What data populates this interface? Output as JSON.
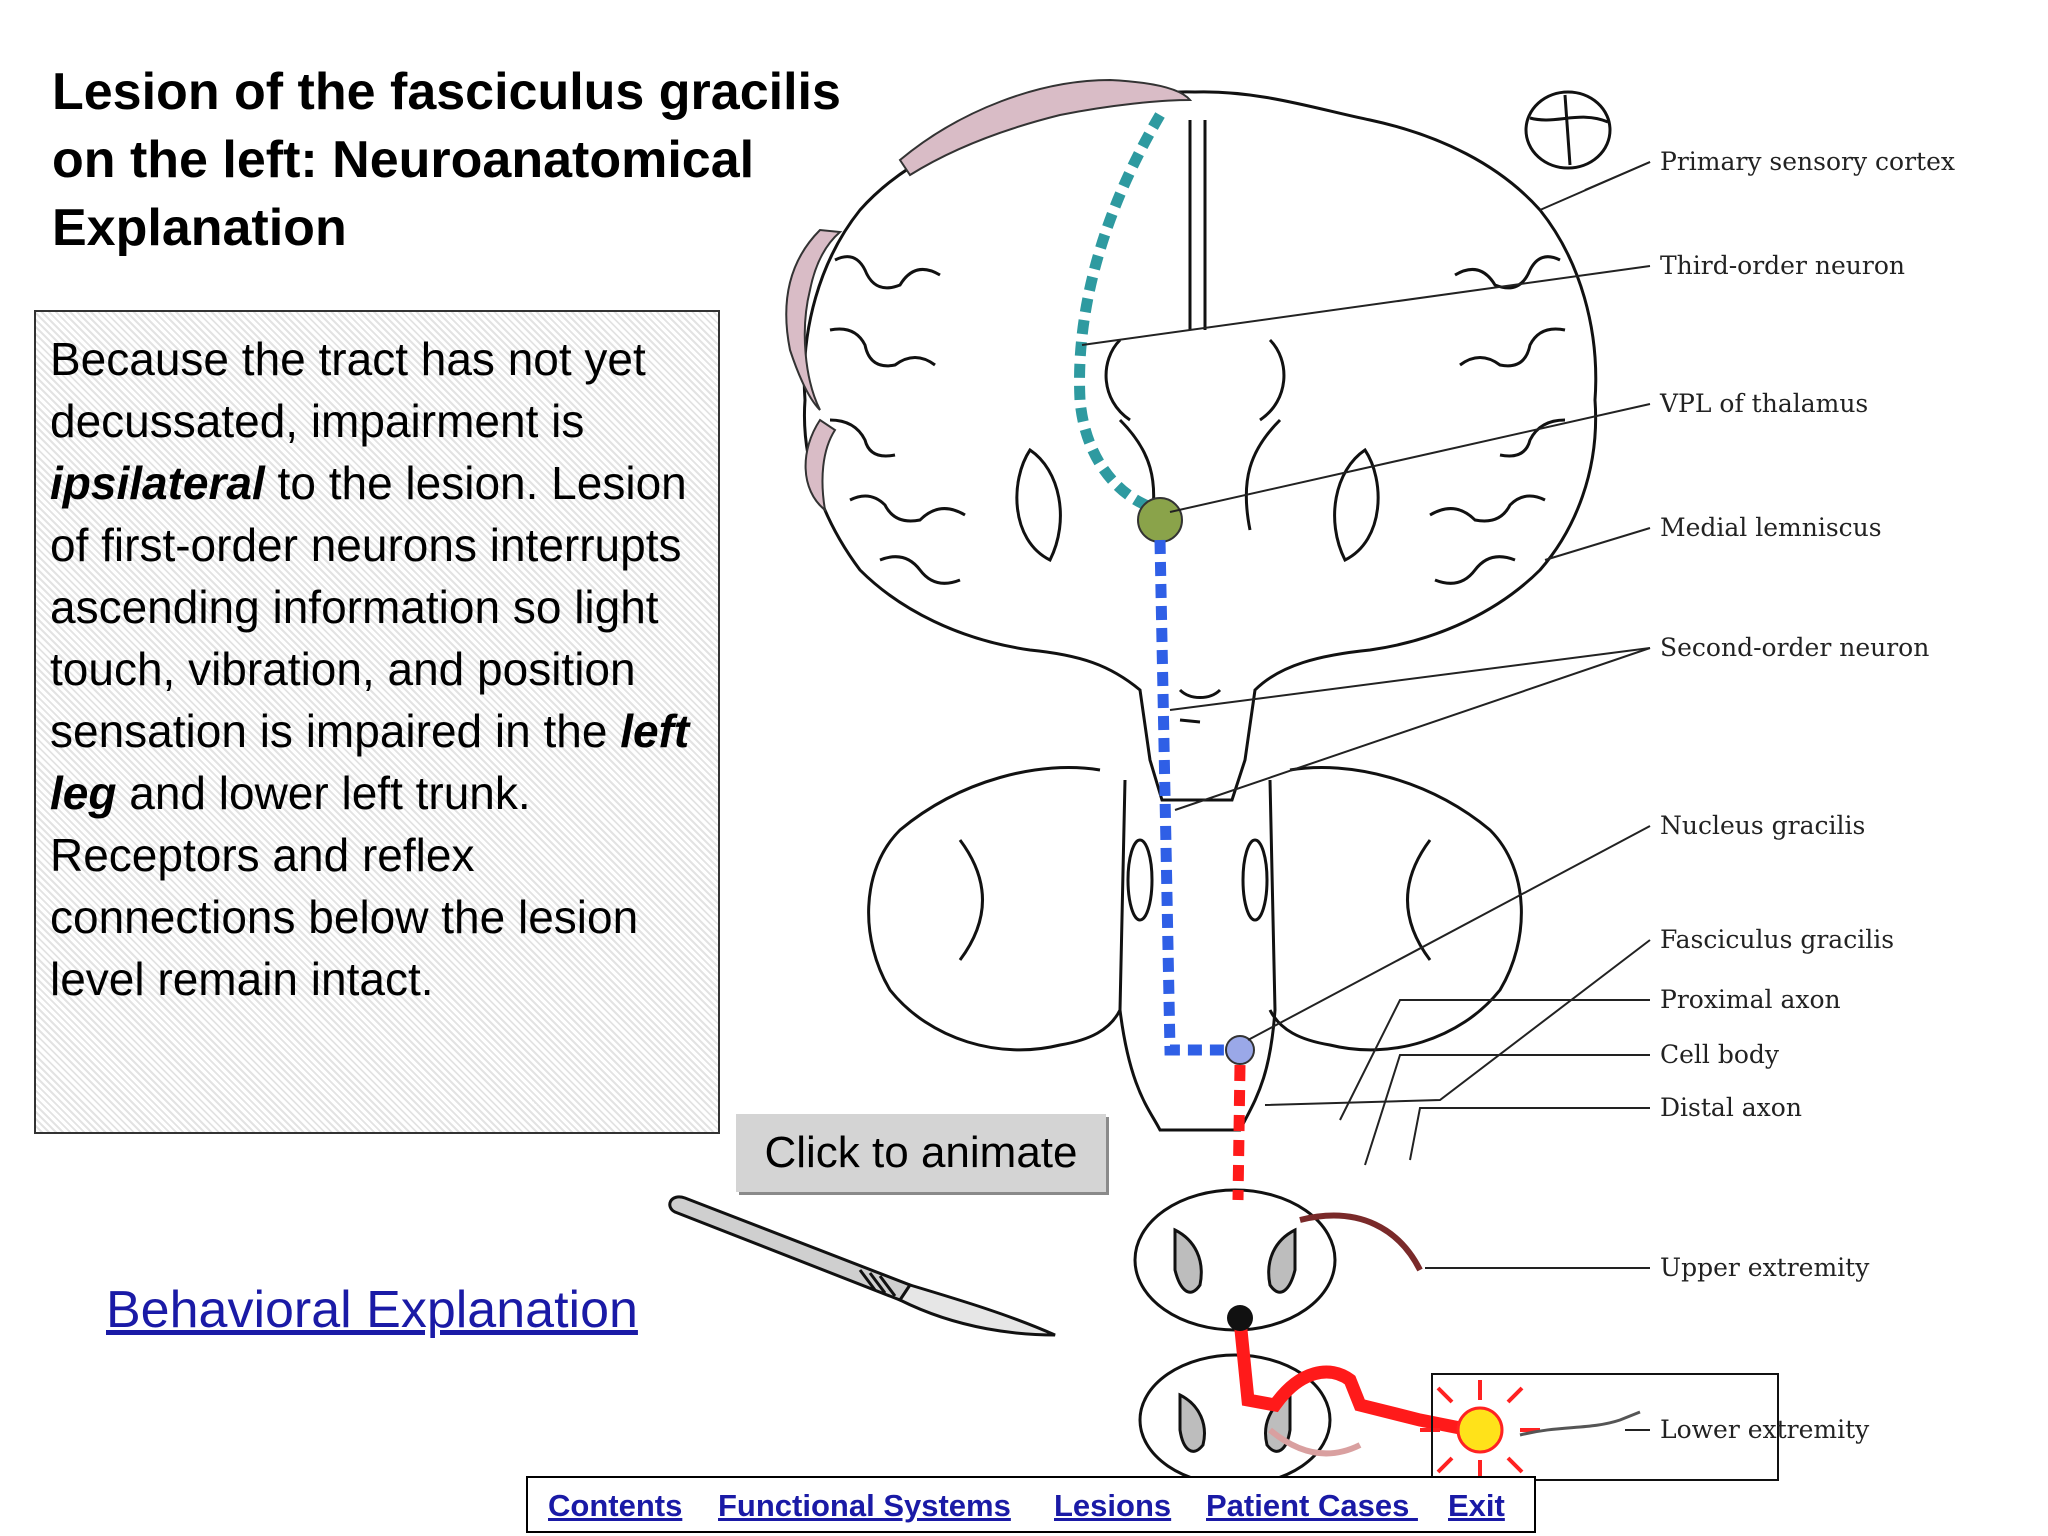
{
  "title_lines": [
    "Lesion of the fasciculus gracilis",
    "on the left: Neuroanatomical",
    "Explanation"
  ],
  "explanation": {
    "p1": "Because the tract has not yet decussated, impairment is ",
    "p1_em": "ipsilateral",
    "p2": " to the lesion. Lesion of first-order neurons interrupts ascending information so light touch, vibration, and position sensation is impaired in the ",
    "p2_em": "left leg",
    "p3": " and lower left trunk. Receptors and reflex connections below the lesion level remain intact."
  },
  "animate_button_label": "Click to animate",
  "behavioral_link": "Behavioral Explanation",
  "diagram_labels": {
    "primary_sensory_cortex": "Primary sensory cortex",
    "third_order_neuron": "Third-order neuron",
    "vpl_thalamus": "VPL of thalamus",
    "medial_lemniscus": "Medial lemniscus",
    "second_order_neuron": "Second-order neuron",
    "nucleus_gracilis": "Nucleus gracilis",
    "fasciculus_gracilis": "Fasciculus gracilis",
    "proximal_axon": "Proximal axon",
    "cell_body": "Cell body",
    "distal_axon": "Distal axon",
    "upper_extremity": "Upper extremity",
    "lower_extremity": "Lower extremity"
  },
  "nav": {
    "contents": "Contents",
    "functional_systems": "Functional Systems",
    "lesions": "Lesions",
    "patient_cases": "Patient Cases ",
    "exit": "Exit"
  },
  "colors": {
    "third_order_path": "#2e9aa0",
    "second_order_path": "#2f5fe6",
    "first_order_path": "#ff1a1a",
    "link": "#1a1aa6"
  }
}
